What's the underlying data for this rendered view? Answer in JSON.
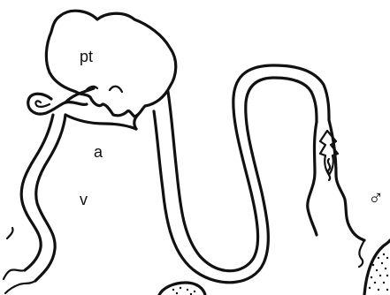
{
  "figure": {
    "labels": {
      "pt": "pt",
      "a": "a",
      "v": "v",
      "male_symbol": "♂"
    }
  }
}
